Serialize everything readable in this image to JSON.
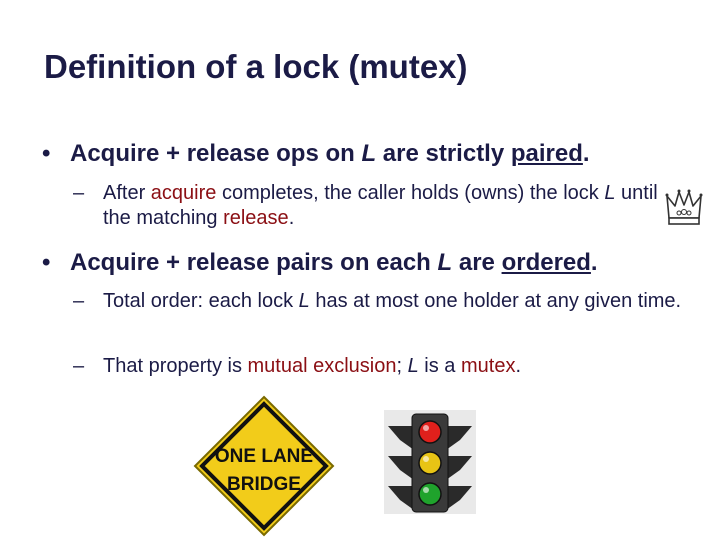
{
  "slide": {
    "title": "Definition of a lock (mutex)",
    "bullets": [
      {
        "pre": "Acquire + release ops on ",
        "var": "L",
        "mid": " are strictly ",
        "keyword": "paired",
        "post": "."
      },
      {
        "pre": "Acquire + release pairs on each ",
        "var": "L",
        "mid": " are ",
        "keyword": "ordered",
        "post": "."
      }
    ],
    "sub1": {
      "a": "After ",
      "b": "acquire",
      "c": " completes, the caller holds (owns) the lock ",
      "d": "L",
      "e": " until the matching ",
      "f": "release",
      "g": "."
    },
    "sub2": {
      "a": "Total order: each lock ",
      "b": "L",
      "c": " has at most one holder at any given time."
    },
    "sub3": {
      "a": "That property is ",
      "b": "mutual exclusion",
      "c": "; ",
      "d": "L",
      "e": " is a ",
      "f": "mutex",
      "g": "."
    },
    "bullet_symbol": "•",
    "dash_symbol": "–",
    "sign_text": [
      "ONE LANE",
      "BRIDGE"
    ],
    "colors": {
      "text": "#1b1b46",
      "emphasis": "#8b0f14",
      "sign_yellow": "#f2cc1a",
      "light_red": "#e0201c",
      "light_yellow": "#e8c415",
      "light_green": "#1fa32c"
    },
    "icons": [
      "crown-icon",
      "road-sign-icon",
      "traffic-light-icon"
    ]
  }
}
